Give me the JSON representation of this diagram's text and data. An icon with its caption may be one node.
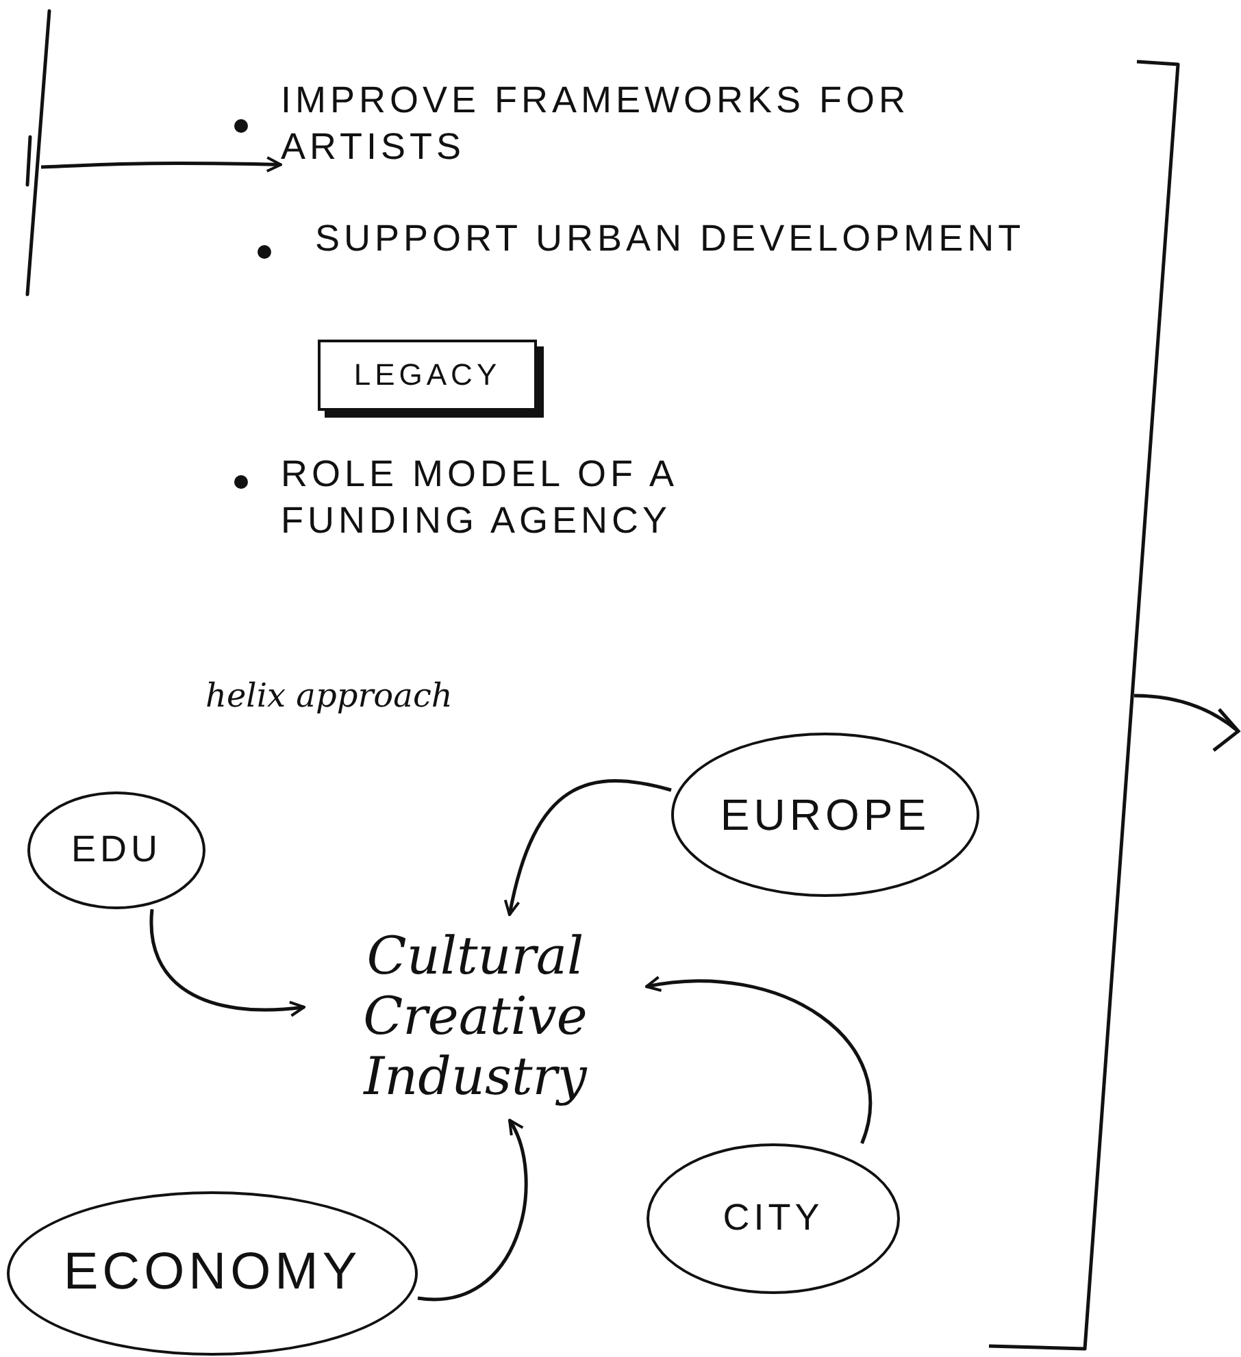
{
  "diagram": {
    "nodes": [
      {
        "text": [
          "IMPROVE FRAMEWORKS FOR ARTISTS"
        ]
      },
      {
        "text": [
          "LEGACY"
        ]
      },
      {
        "text": [
          "EDU"
        ]
      },
      {
        "text": [
          "Cultural Creative Industry"
        ]
      },
      {
        "text": [
          "EUROPE"
        ]
      },
      {
        "text": [
          "CITY"
        ]
      },
      {
        "text": [
          "ECONOMY"
        ]
      }
    ],
    "edges": [
      {
        "from": null,
        "to": 0,
        "arrow": "to"
      },
      {
        "from": 2,
        "to": 3,
        "arrow": "to"
      },
      {
        "from": 4,
        "to": 3,
        "arrow": "to"
      },
      {
        "from": 5,
        "to": 3,
        "arrow": "to"
      },
      {
        "from": 6,
        "to": 3,
        "arrow": "to"
      }
    ],
    "labels": [
      "SUPPORT URBAN DEVELOPMENT",
      "ROLE MODEL OF A FUNDING AGENCY",
      "helix approach"
    ]
  }
}
